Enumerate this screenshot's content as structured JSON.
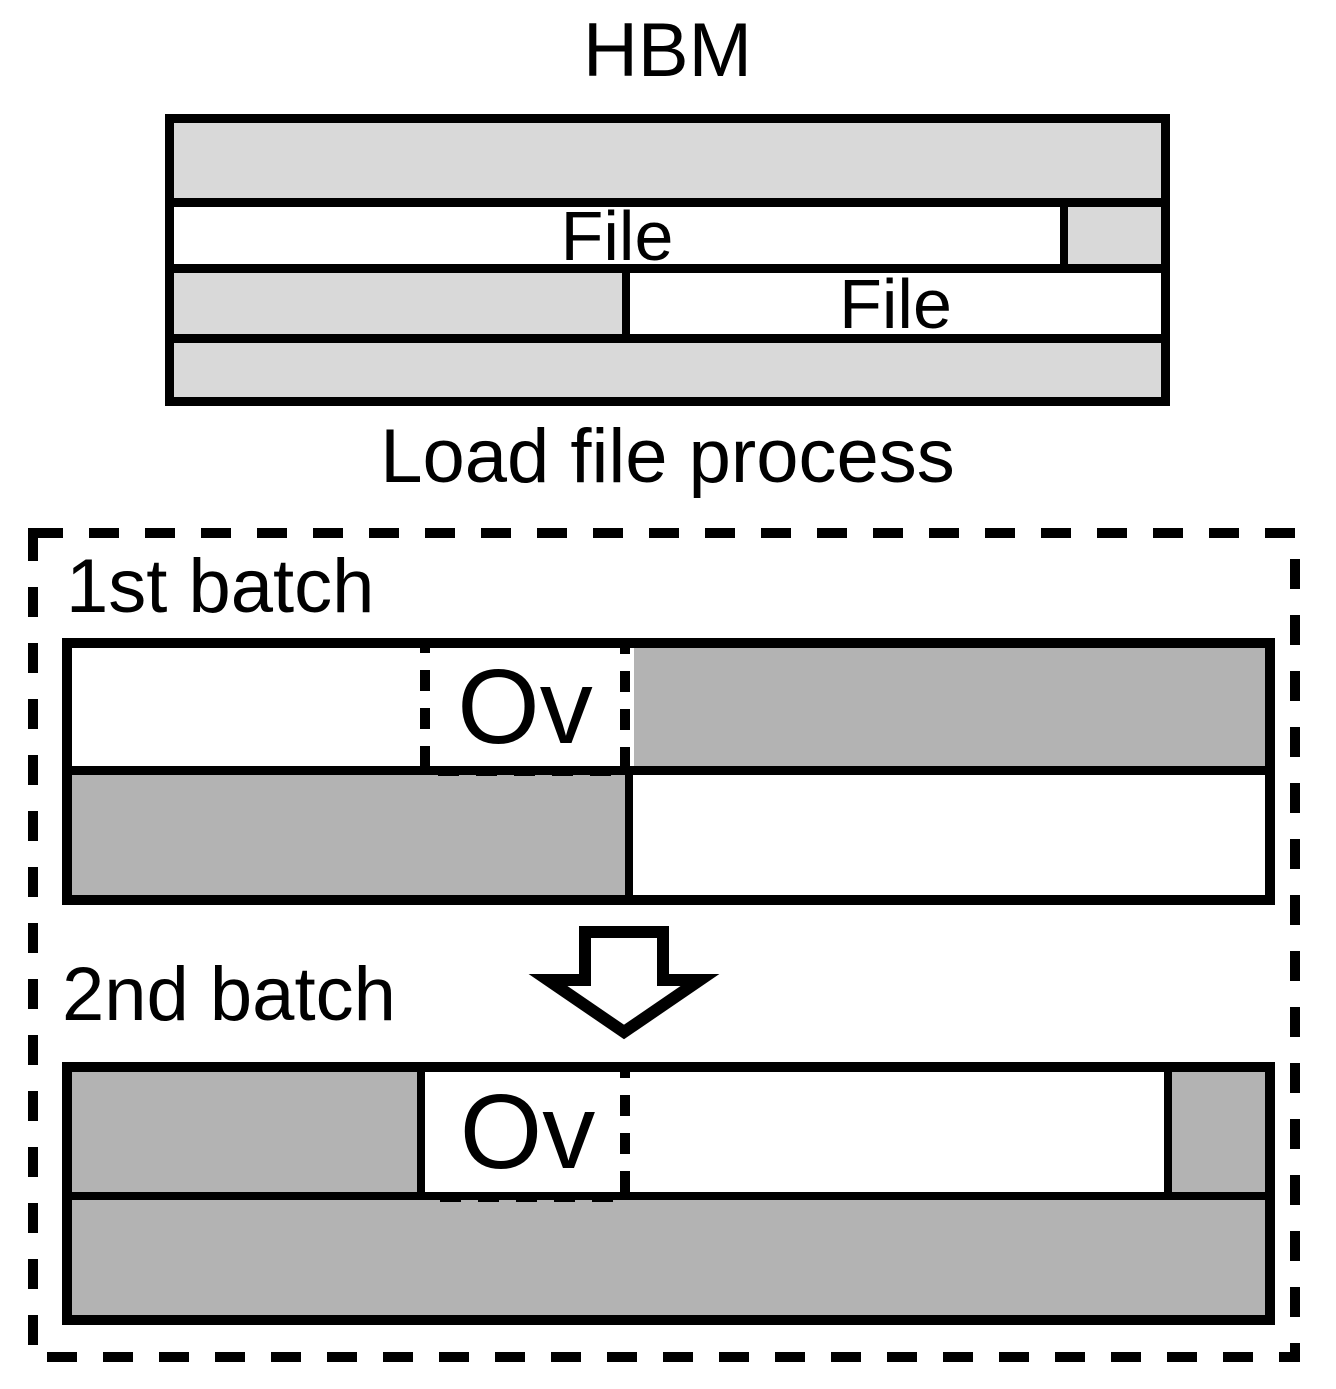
{
  "hbm": {
    "title": "HBM",
    "caption": "Load file process",
    "files": [
      {
        "label": "File"
      },
      {
        "label": "File"
      }
    ]
  },
  "batches": [
    {
      "label": "1st batch",
      "overlap_label": "Ov"
    },
    {
      "label": "2nd batch",
      "overlap_label": "Ov"
    }
  ],
  "colors": {
    "hbm_free_gray": "#d9d9d9",
    "batch_gray": "#b3b3b3",
    "outline_black": "#000000",
    "background_white": "#ffffff"
  }
}
